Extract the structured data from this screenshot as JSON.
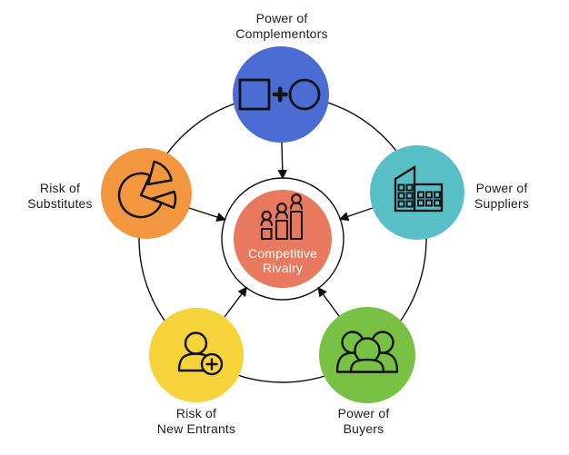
{
  "diagram": {
    "type": "five-forces-cycle-diagram",
    "line_color": "#0d0d0d",
    "icon_stroke": "#131313",
    "center": {
      "id": "competitive_rivalry",
      "label_line1": "Competitive",
      "label_line2": "Rivalry",
      "color": "#E8795E",
      "icon": "competition-bar-chart-icon"
    },
    "nodes": [
      {
        "id": "complementors",
        "position": "top",
        "label_line1": "Power of",
        "label_line2": "Complementors",
        "color": "#4A6CD3",
        "icon": "square-plus-circle-icon"
      },
      {
        "id": "substitutes",
        "position": "left",
        "label_line1": "Risk of",
        "label_line2": "Substitutes",
        "color": "#F2973F",
        "icon": "pie-chart-icon"
      },
      {
        "id": "suppliers",
        "position": "right",
        "label_line1": "Power of",
        "label_line2": "Suppliers",
        "color": "#58BFC7",
        "icon": "factory-buildings-icon"
      },
      {
        "id": "new_entrants",
        "position": "bottom-left",
        "label_line1": "Risk of",
        "label_line2": "New Entrants",
        "color": "#F6D23B",
        "icon": "person-add-icon"
      },
      {
        "id": "buyers",
        "position": "bottom-right",
        "label_line1": "Power of",
        "label_line2": "Buyers",
        "color": "#78C144",
        "icon": "people-group-icon"
      }
    ]
  }
}
